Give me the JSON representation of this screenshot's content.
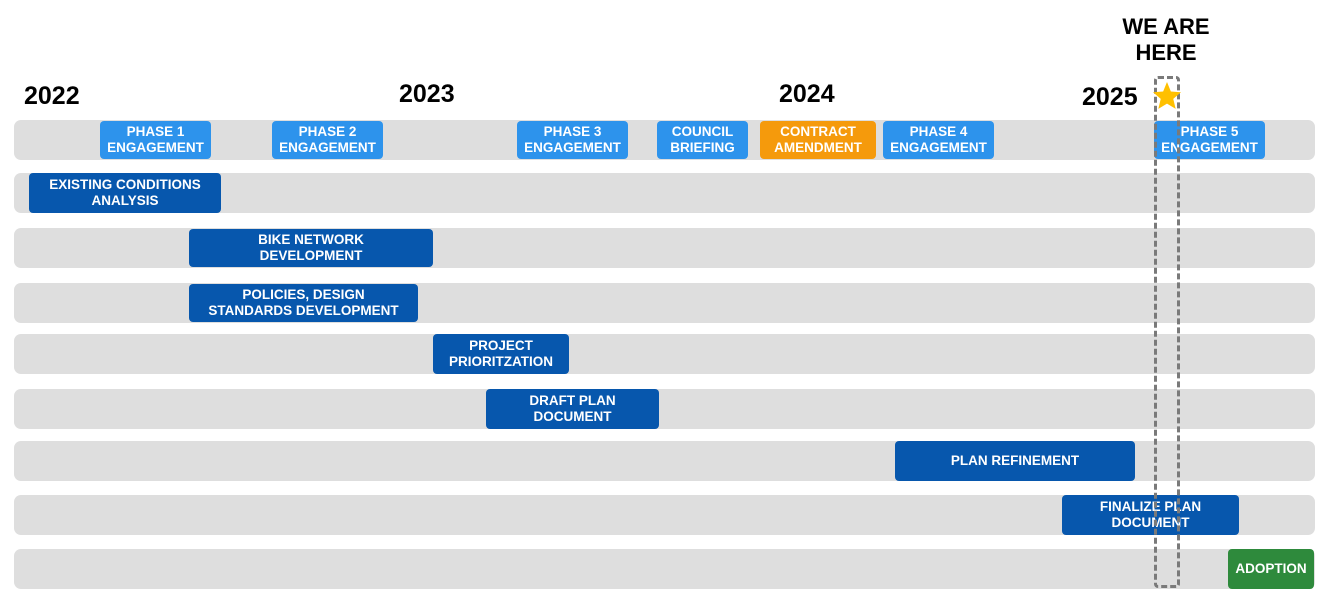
{
  "header": {
    "we_are_here": [
      "WE ARE",
      "HERE"
    ],
    "years": [
      "2022",
      "2023",
      "2024",
      "2025"
    ]
  },
  "lanes": [
    {
      "items": [
        {
          "lines": [
            "PHASE 1",
            "ENGAGEMENT"
          ],
          "kind": "engagement"
        },
        {
          "lines": [
            "PHASE 2",
            "ENGAGEMENT"
          ],
          "kind": "engagement"
        },
        {
          "lines": [
            "PHASE 3",
            "ENGAGEMENT"
          ],
          "kind": "engagement"
        },
        {
          "lines": [
            "COUNCIL",
            "BRIEFING"
          ],
          "kind": "engagement"
        },
        {
          "lines": [
            "CONTRACT",
            "AMENDMENT"
          ],
          "kind": "amendment"
        },
        {
          "lines": [
            "PHASE 4",
            "ENGAGEMENT"
          ],
          "kind": "engagement"
        },
        {
          "lines": [
            "PHASE 5",
            "ENGAGEMENT"
          ],
          "kind": "engagement"
        }
      ]
    },
    {
      "items": [
        {
          "lines": [
            "EXISTING CONDITIONS",
            "ANALYSIS"
          ],
          "kind": "task"
        }
      ]
    },
    {
      "items": [
        {
          "lines": [
            "BIKE NETWORK",
            "DEVELOPMENT"
          ],
          "kind": "task"
        }
      ]
    },
    {
      "items": [
        {
          "lines": [
            "POLICIES, DESIGN",
            "STANDARDS DEVELOPMENT"
          ],
          "kind": "task"
        }
      ]
    },
    {
      "items": [
        {
          "lines": [
            "PROJECT",
            "PRIORITZATION"
          ],
          "kind": "task"
        }
      ]
    },
    {
      "items": [
        {
          "lines": [
            "DRAFT PLAN",
            "DOCUMENT"
          ],
          "kind": "task"
        }
      ]
    },
    {
      "items": [
        {
          "lines": [
            "PLAN REFINEMENT"
          ],
          "kind": "task"
        }
      ]
    },
    {
      "items": [
        {
          "lines": [
            "FINALIZE PLAN",
            "DOCUMENT"
          ],
          "kind": "task"
        }
      ]
    },
    {
      "items": [
        {
          "lines": [
            "ADOPTION"
          ],
          "kind": "milestone"
        }
      ]
    }
  ],
  "colors": {
    "engagement": "#2d93ec",
    "task": "#0757ad",
    "amendment": "#f59a0c",
    "milestone": "#2e8a3c",
    "lane": "#dedede",
    "marker": "#7a7a7a",
    "star": "#ffc000"
  },
  "icons": {
    "current_position": "star-icon"
  }
}
